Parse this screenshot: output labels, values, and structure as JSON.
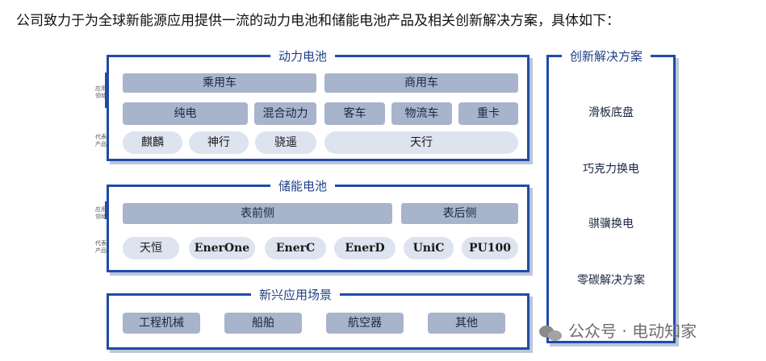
{
  "intro_text": "公司致力于为全球新能源应用提供一流的动力电池和储能电池产品及相关创新解决方案，具体如下：",
  "power_battery": {
    "title": "动力电池",
    "app_label": "应用\n领域",
    "product_label": "代表\n产品",
    "app_row1": [
      "乘用车",
      "商用车"
    ],
    "app_row2": [
      "纯电",
      "混合动力",
      "客车",
      "物流车",
      "重卡"
    ],
    "products": [
      "麒麟",
      "神行",
      "骁遥",
      "天行"
    ]
  },
  "storage_battery": {
    "title": "储能电池",
    "app_label": "应用\n领域",
    "product_label": "代表\n产品",
    "applications": [
      "表前侧",
      "表后侧"
    ],
    "products": [
      "天恒",
      "EnerOne",
      "EnerC",
      "EnerD",
      "UniC",
      "PU100"
    ]
  },
  "emerging": {
    "title": "新兴应用场景",
    "items": [
      "工程机械",
      "船舶",
      "航空器",
      "其他"
    ]
  },
  "innovation": {
    "title": "创新解决方案",
    "items": [
      "滑板底盘",
      "巧克力换电",
      "骐骥换电",
      "零碳解决方案"
    ]
  },
  "watermark": {
    "text": "公众号 · 电动知家"
  },
  "colors": {
    "border": "#1f4aa8",
    "bar_fill": "#a8b3cc",
    "pill_fill": "#dde3ef"
  }
}
